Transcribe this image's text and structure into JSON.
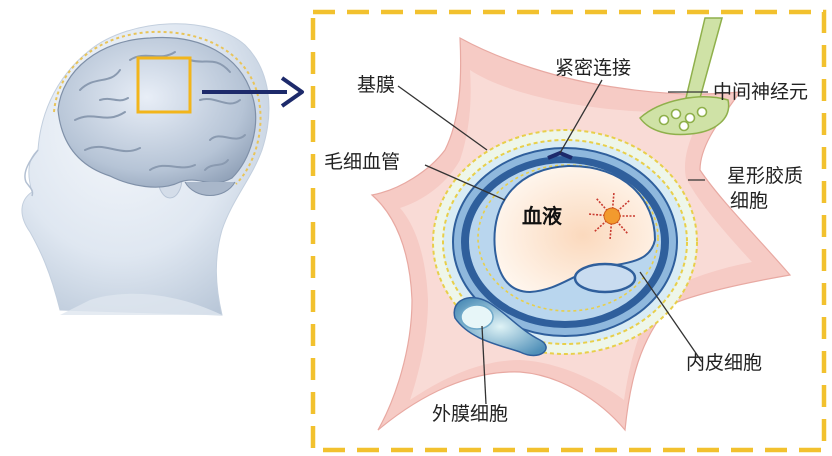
{
  "labels": {
    "basement_membrane": "基膜",
    "tight_junction": "紧密连接",
    "interneuron": "中间神经元",
    "capillary": "毛细血管",
    "blood": "血液",
    "astrocyte_line1": "星形胶质",
    "astrocyte_line2": "细胞",
    "endothelial_cell": "内皮细胞",
    "pericyte": "外膜细胞"
  },
  "colors": {
    "frame": "#f2c12e",
    "arrow": "#1d2a6b",
    "astrocyte": "#f6c9c4",
    "vessel_blue": "#2f5f9c",
    "vessel_light": "#a9cbe6",
    "blood": "#fdeedd",
    "neuron": "#a6c46a"
  }
}
